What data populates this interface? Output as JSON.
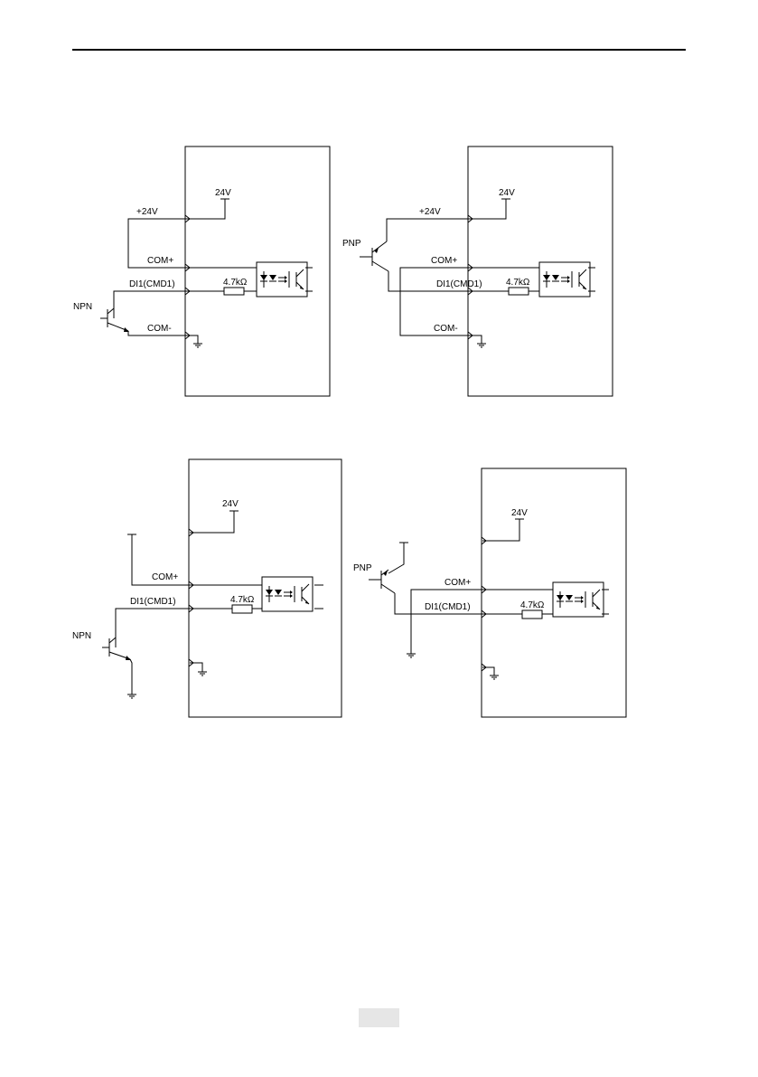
{
  "circuits": [
    {
      "id": "npn-internal-supply",
      "labels": {
        "supply": "24V",
        "plus24": "+24V",
        "comPlus": "COM+",
        "di": "DI1(CMD1)",
        "resistor": "4.7kΩ",
        "transistor": "NPN",
        "comMinus": "COM-"
      }
    },
    {
      "id": "pnp-internal-supply",
      "labels": {
        "supply": "24V",
        "plus24": "+24V",
        "comPlus": "COM+",
        "di": "DI1(CMD1)",
        "resistor": "4.7kΩ",
        "transistor": "PNP",
        "comMinus": "COM-"
      }
    },
    {
      "id": "npn-external-supply",
      "labels": {
        "supply": "24V",
        "comPlus": "COM+",
        "di": "DI1(CMD1)",
        "resistor": "4.7kΩ",
        "transistor": "NPN"
      }
    },
    {
      "id": "pnp-external-supply",
      "labels": {
        "supply": "24V",
        "comPlus": "COM+",
        "di": "DI1(CMD1)",
        "resistor": "4.7kΩ",
        "transistor": "PNP"
      }
    }
  ],
  "footer": {
    "page_number": ""
  }
}
